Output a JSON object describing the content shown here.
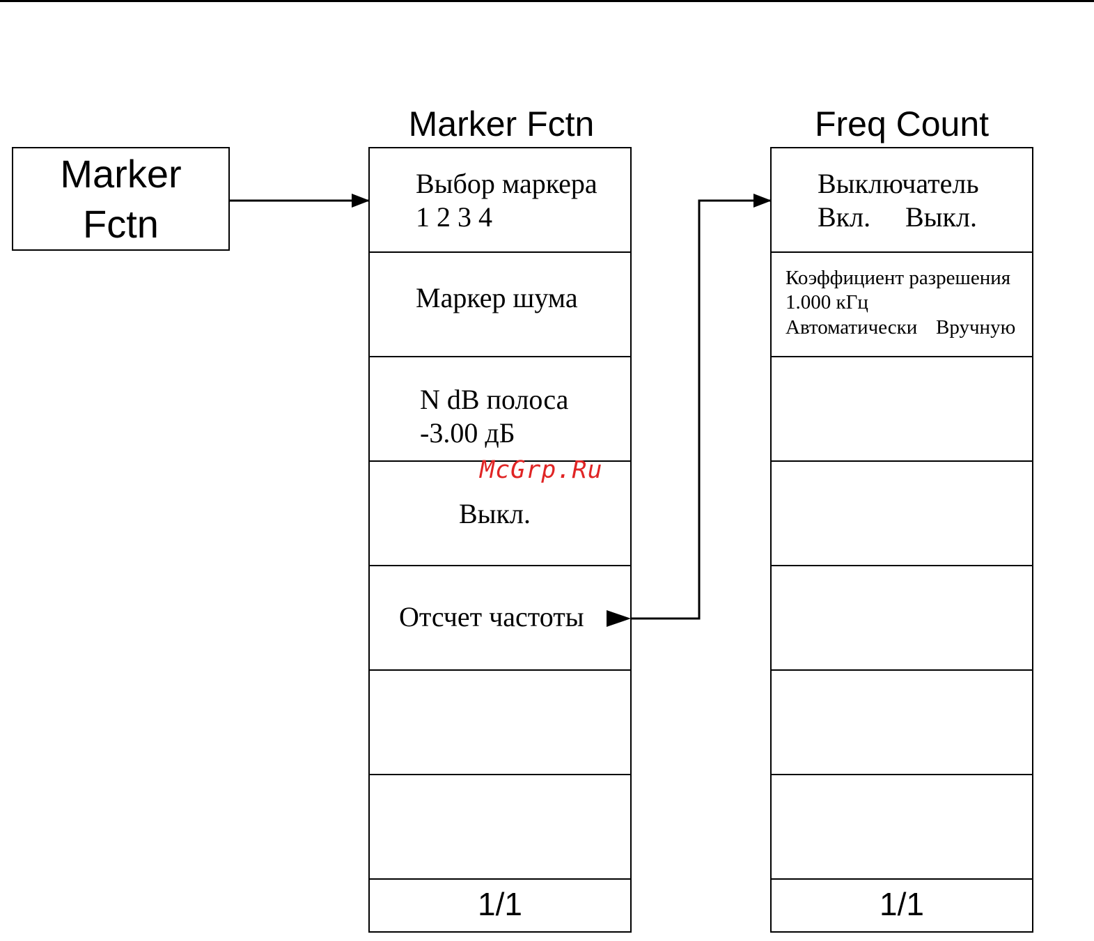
{
  "key": {
    "line1": "Marker",
    "line2": "Fctn"
  },
  "marker_fctn_menu": {
    "title": "Marker Fctn",
    "items": [
      {
        "line1": "Выбор маркера",
        "line2": "1 2 3 4"
      },
      {
        "line1": "Маркер шума"
      },
      {
        "line1": "N dB полоса",
        "line2": "-3.00 дБ"
      },
      {
        "line1": "Выкл."
      },
      {
        "line1": "Отсчет частоты"
      },
      {},
      {}
    ],
    "page": "1/1"
  },
  "freq_count_menu": {
    "title": "Freq Count",
    "items": [
      {
        "line1": "Выключатель",
        "line2_a": "Вкл.",
        "line2_b": "Выкл."
      },
      {
        "line1": "Коэффициент разрешения",
        "line2": "1.000 кГц",
        "line3_a": "Автоматически",
        "line3_b": "Вручную"
      },
      {},
      {},
      {},
      {},
      {}
    ],
    "page": "1/1"
  },
  "watermark": "McGrp.Ru"
}
